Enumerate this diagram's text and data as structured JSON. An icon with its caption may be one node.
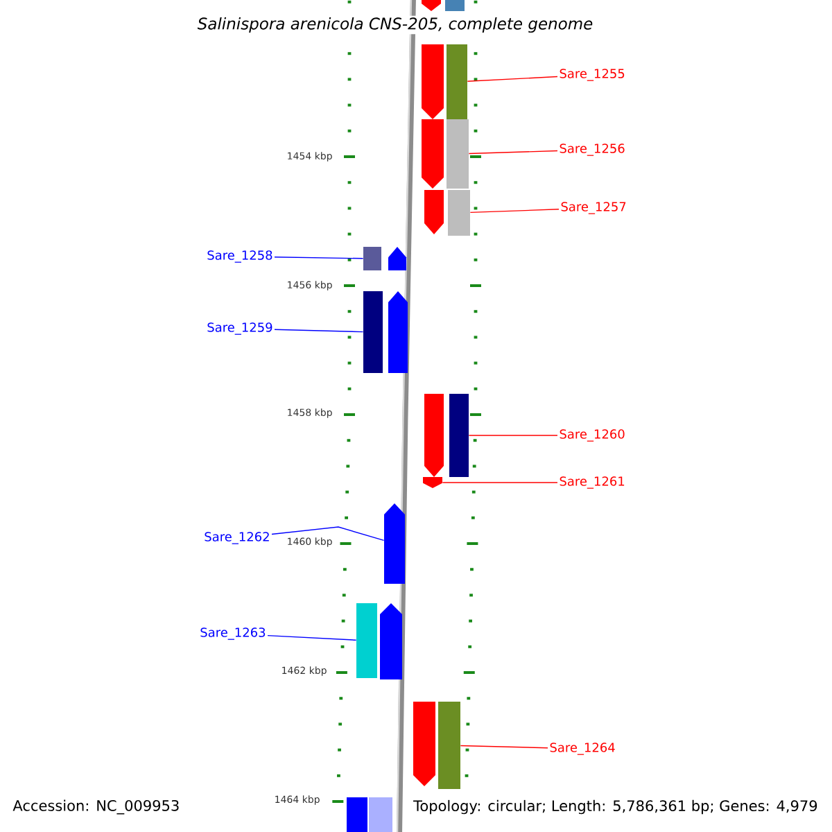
{
  "diagram": {
    "title": "Salinispora arenicola CNS-205, complete genome",
    "nodes": [
      {
        "text": [
          "Sare_1255"
        ]
      },
      {
        "text": [
          "Sare_1256"
        ]
      },
      {
        "text": [
          "Sare_1257"
        ]
      },
      {
        "text": [
          "Sare_1258"
        ]
      },
      {
        "text": [
          "Sare_1259"
        ]
      },
      {
        "text": [
          "Sare_1260"
        ]
      },
      {
        "text": [
          "Sare_1261"
        ]
      },
      {
        "text": [
          "Sare_1262"
        ]
      },
      {
        "text": [
          "Sare_1263"
        ]
      },
      {
        "text": [
          "Sare_1264"
        ]
      },
      {
        "text": [],
        "shape": "box"
      },
      {
        "text": [],
        "shape": "box"
      },
      {
        "text": [],
        "shape": "box"
      },
      {
        "text": [],
        "shape": "box"
      },
      {
        "text": [],
        "shape": "box"
      },
      {
        "text": [],
        "shape": "box"
      },
      {
        "text": [],
        "shape": "arrow"
      },
      {
        "text": [],
        "shape": "arrow"
      },
      {
        "text": [],
        "shape": "box"
      },
      {
        "text": [],
        "shape": "box"
      },
      {
        "text": [],
        "shape": "arrow"
      },
      {
        "text": [],
        "shape": "arrow"
      },
      {
        "text": [],
        "shape": "arrow"
      },
      {
        "text": [],
        "shape": "arrow"
      },
      {
        "text": [],
        "shape": "arrow"
      },
      {
        "text": [],
        "shape": "arrow"
      },
      {
        "text": [],
        "shape": "arrow"
      },
      {
        "text": [],
        "shape": "arrow"
      },
      {
        "text": [],
        "shape": "arrow"
      },
      {
        "text": [],
        "shape": "box"
      },
      {
        "text": [],
        "shape": "box"
      },
      {
        "text": [],
        "shape": "box"
      }
    ],
    "edges": [
      {
        "from": 0,
        "to": 10,
        "arrow": "none",
        "color": "#ff0000"
      },
      {
        "from": 1,
        "to": 11,
        "arrow": "none",
        "color": "#ff0000"
      },
      {
        "from": 2,
        "to": 12,
        "arrow": "none",
        "color": "#ff0000"
      },
      {
        "from": 3,
        "to": 13,
        "arrow": "none",
        "color": "#0000ff"
      },
      {
        "from": 4,
        "to": 14,
        "arrow": "none",
        "color": "#0000ff"
      },
      {
        "from": 5,
        "to": 15,
        "arrow": "none",
        "color": "#ff0000"
      },
      {
        "from": 6,
        "to": 16,
        "arrow": "none",
        "color": "#ff0000"
      },
      {
        "from": 7,
        "to": 17,
        "arrow": "none",
        "color": "#0000ff"
      },
      {
        "from": 8,
        "to": 18,
        "arrow": "none",
        "color": "#0000ff"
      },
      {
        "from": 9,
        "to": 19,
        "arrow": "none",
        "color": "#ff0000"
      }
    ],
    "labels": [
      "1454 kbp",
      "1456 kbp",
      "1458 kbp",
      "1460 kbp",
      "1462 kbp",
      "1464 kbp",
      "Accession: NC_009953",
      "Topology: circular; Length: 5,786,361 bp; Genes: 4,979"
    ]
  }
}
